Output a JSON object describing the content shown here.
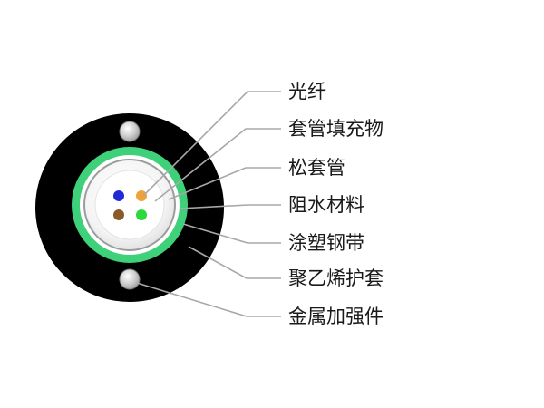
{
  "diagram": {
    "labels": [
      {
        "text": "光纤"
      },
      {
        "text": "套管填充物"
      },
      {
        "text": "松套管"
      },
      {
        "text": "阻水材料"
      },
      {
        "text": "涂塑钢带"
      },
      {
        "text": "聚乙烯护套"
      },
      {
        "text": "金属加强件"
      }
    ],
    "fiber_colors": [
      "#1f2bd6",
      "#f0a23a",
      "#8b5a2b",
      "#2ad93a"
    ],
    "colors": {
      "sheath": "#000000",
      "steel_tape": "#3fd07a",
      "tube": "#f2f2f2",
      "strength_member": "#bdbdbd",
      "leader": "#a8a8a8"
    }
  }
}
